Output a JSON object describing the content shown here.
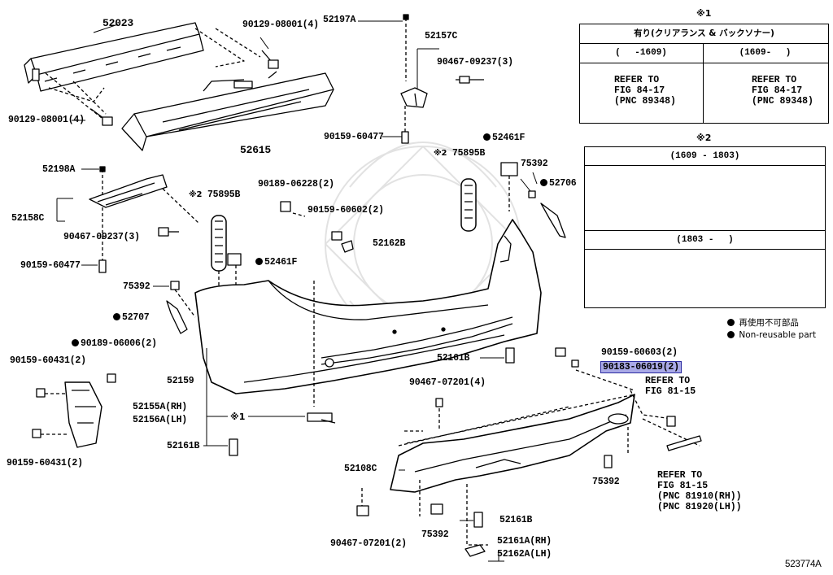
{
  "diagram_code": "523774A",
  "parts": {
    "p52023": "52023",
    "p90129a": "90129-08001(4)",
    "p90129b": "90129-08001(4)",
    "p52615": "52615",
    "p52197A": "52197A",
    "p52157C": "52157C",
    "p90467_09237_3a": "90467-09237(3)",
    "p90159_60477a": "90159-60477",
    "p52461Fa": "52461F",
    "p75895Ba": "75895B",
    "p75392a": "75392",
    "p52706": "52706",
    "p52198A": "52198A",
    "p52158C": "52158C",
    "p90467_09237_3b": "90467-09237(3)",
    "p90159_60477b": "90159-60477",
    "p75895Bb": "75895B",
    "p52461Fb": "52461F",
    "p90189_06228": "90189-06228(2)",
    "p90159_60602": "90159-60602(2)",
    "p52162B": "52162B",
    "p75392b": "75392",
    "p52707": "52707",
    "p90189_06006": "90189-06006(2)",
    "p90159_60431a": "90159-60431(2)",
    "p52159": "52159",
    "p52155A": "52155A(RH)",
    "p52156A": "52156A(LH)",
    "p90159_60431b": "90159-60431(2)",
    "p52161Ba": "52161B",
    "p52161Bb": "52161B",
    "p52161Bc": "52161B",
    "p90159_60603": "90159-60603(2)",
    "p90183_06019": "90183-06019(2)",
    "p90467_07201a": "90467-07201(4)",
    "p90467_07201b": "90467-07201(2)",
    "p52108C": "52108C",
    "p75392c": "75392",
    "p75392d": "75392",
    "p52161A": "52161A(RH)",
    "p52162A": "52162A(LH)",
    "mark1": "※1",
    "mark2a": "※2",
    "mark2b": "※2"
  },
  "refs": {
    "r1": "REFER TO\nFIG 81-15",
    "r2": "REFER TO\nFIG 81-15\n(PNC 81910(RH))\n(PNC 81920(LH))"
  },
  "table1": {
    "note": "※1",
    "header": "有り(クリアランス & バックソナー)",
    "col1": "(　 -1609)",
    "col2": "(1609-　 )",
    "ref1": "REFER TO\nFIG 84-17\n(PNC 89348)",
    "ref2": "REFER TO\nFIG 84-17\n(PNC 89348)"
  },
  "table2": {
    "note": "※2",
    "row1": "(1609 - 1803)",
    "row2": "(1803 -　 )"
  },
  "legend": {
    "jp": "再使用不可部品",
    "en": "Non-reusable part"
  }
}
